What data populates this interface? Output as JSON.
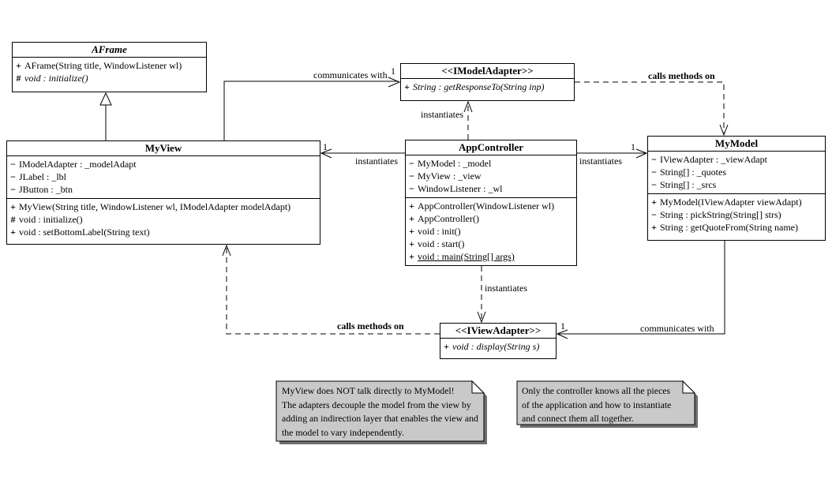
{
  "classes": {
    "aframe": {
      "name": "AFrame",
      "methods": [
        {
          "vis": "+",
          "text": "AFrame(String title, WindowListener wl)"
        },
        {
          "vis": "#",
          "text": "void : initialize()"
        }
      ]
    },
    "myview": {
      "name": "MyView",
      "attributes": [
        {
          "vis": "−",
          "text": "IModelAdapter : _modelAdapt"
        },
        {
          "vis": "−",
          "text": "JLabel : _lbl"
        },
        {
          "vis": "−",
          "text": "JButton : _btn"
        }
      ],
      "methods": [
        {
          "vis": "+",
          "text": "MyView(String title, WindowListener wl, IModelAdapter modelAdapt)"
        },
        {
          "vis": "#",
          "text": "void : initialize()"
        },
        {
          "vis": "+",
          "text": "void : setBottomLabel(String text)"
        }
      ]
    },
    "imodeladapter": {
      "name": "<<IModelAdapter>>",
      "methods": [
        {
          "vis": "+",
          "text": "String : getResponseTo(String inp)"
        }
      ]
    },
    "appcontroller": {
      "name": "AppController",
      "attributes": [
        {
          "vis": "−",
          "text": "MyModel : _model"
        },
        {
          "vis": "−",
          "text": "MyView : _view"
        },
        {
          "vis": "−",
          "text": "WindowListener : _wl"
        }
      ],
      "methods": [
        {
          "vis": "+",
          "text": "AppController(WindowListener wl)"
        },
        {
          "vis": "+",
          "text": "AppController()"
        },
        {
          "vis": "+",
          "text": "void : init()"
        },
        {
          "vis": "+",
          "text": "void : start()"
        },
        {
          "vis": "+",
          "text": "void : main(String[] args)"
        }
      ]
    },
    "mymodel": {
      "name": "MyModel",
      "attributes": [
        {
          "vis": "−",
          "text": "IViewAdapter : _viewAdapt"
        },
        {
          "vis": "−",
          "text": "String[] : _quotes"
        },
        {
          "vis": "−",
          "text": "String[] : _srcs"
        }
      ],
      "methods": [
        {
          "vis": "+",
          "text": "MyModel(IViewAdapter viewAdapt)"
        },
        {
          "vis": "−",
          "text": "String : pickString(String[] strs)"
        },
        {
          "vis": "+",
          "text": "String : getQuoteFrom(String name)"
        }
      ]
    },
    "iviewadapter": {
      "name": "<<IViewAdapter>>",
      "methods": [
        {
          "vis": "+",
          "text": "void : display(String s)"
        }
      ]
    }
  },
  "edge_labels": {
    "communicates_with_top": "communicates with",
    "calls_methods_on_top": "calls methods on",
    "instantiates_up": "instantiates",
    "instantiates_left": "instantiates",
    "instantiates_right": "instantiates",
    "instantiates_down": "instantiates",
    "calls_methods_on_bottom": "calls methods on",
    "communicates_with_bottom": "communicates with",
    "mult_top": "1",
    "mult_left": "1",
    "mult_right": "1",
    "mult_bottom": "1"
  },
  "notes": {
    "note1": {
      "lines": [
        "MyView does NOT talk directly to MyModel!",
        "The adapters decouple the model from the view by",
        "adding an indirection layer that enables the view and",
        "the model to vary independently."
      ]
    },
    "note2": {
      "lines": [
        "Only the controller knows all the pieces",
        "of the application and how to instantiate",
        "and connect them all together."
      ]
    }
  },
  "colors": {
    "background": "#ffffff",
    "line": "#000000",
    "note_bg": "#c9c9c9",
    "note_fold": "#ffffff",
    "note_shadow": "#6f6f6f"
  }
}
